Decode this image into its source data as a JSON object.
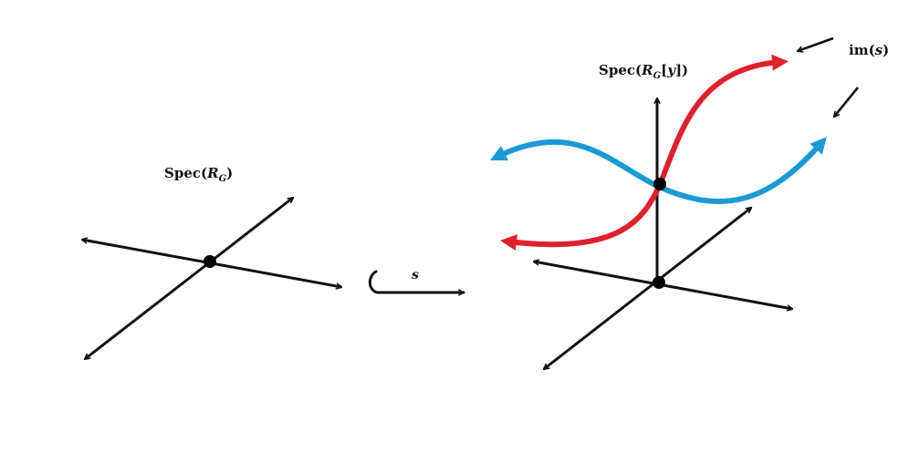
{
  "labels": {
    "spec_rg": {
      "prefix": "Spec(",
      "var": "R",
      "sub": "G",
      "suffix": ")"
    },
    "spec_rgy": {
      "prefix": "Spec(",
      "var": "R",
      "sub": "G",
      "bracket_open": "[",
      "y": "y",
      "bracket_close": "])"
    },
    "map_s": "s",
    "image_s": {
      "prefix": "im(",
      "var": "s",
      "suffix": ")"
    }
  },
  "colors": {
    "axes": "#111111",
    "red_curve": "#e0202e",
    "blue_curve": "#1a9ad6",
    "point": "#000000"
  }
}
